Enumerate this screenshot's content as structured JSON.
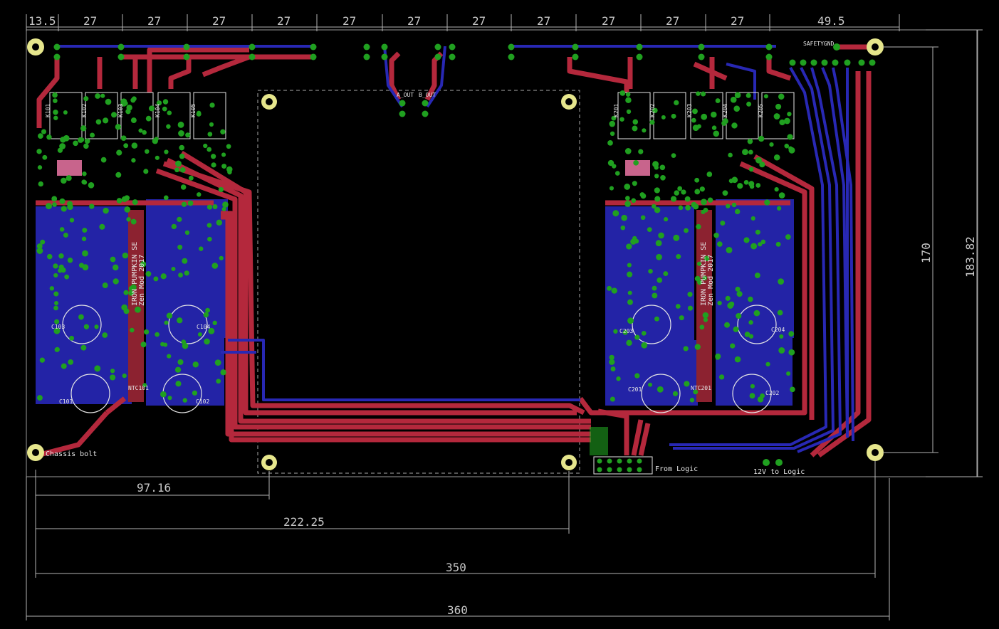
{
  "dimensions": {
    "top": [
      "13.5",
      "27",
      "27",
      "27",
      "27",
      "27",
      "27",
      "27",
      "27",
      "27",
      "27",
      "27",
      "49.5"
    ],
    "right_inner": "170",
    "right_outer": "183.82",
    "bottom": [
      "97.16",
      "222.25",
      "350",
      "360"
    ]
  },
  "labels": {
    "chassis_bolt": "Chassis bolt",
    "from_logic": "From Logic",
    "twelve_v": "12V to Logic",
    "safety_gnd": "SAFETYGND",
    "board_title_left": "IRON PUMPKIN SE",
    "board_sub_left": "Zen Mod 2017",
    "board_title_right": "IRON PUMPKIN SE",
    "board_sub_right": "Zen Mod 2017",
    "a_out": "A_OUT",
    "b_out": "B_OUT",
    "caps_left": [
      "C101",
      "C102",
      "C103",
      "C104"
    ],
    "caps_right": [
      "C201",
      "C202",
      "C203",
      "C204"
    ],
    "ntc_left": "NTC101",
    "ntc_right": "NTC201",
    "relays_left": [
      "K101",
      "K102",
      "K103",
      "K104",
      "K105"
    ],
    "relays_right": [
      "K201",
      "K202",
      "K203",
      "K204",
      "K205"
    ]
  },
  "colors": {
    "background": "#000000",
    "top_copper": "#b4283c",
    "bottom_copper": "#2828b4",
    "pad": "#20a020",
    "dimension": "#b4b4b4",
    "hole": "#e6e68c"
  }
}
